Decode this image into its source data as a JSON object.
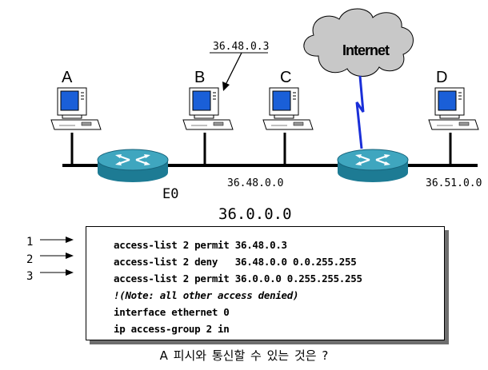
{
  "hosts": [
    {
      "label": "A"
    },
    {
      "label": "B"
    },
    {
      "label": "C"
    },
    {
      "label": "D"
    }
  ],
  "b_address": "36.48.0.3",
  "internet_label": "Internet",
  "interface_label": "E0",
  "subnet_left": "36.48.0.0",
  "subnet_right": "36.51.0.0",
  "network": "36.0.0.0",
  "step_numbers": [
    "1",
    "2",
    "3"
  ],
  "config": {
    "lines": [
      "access-list 2 permit 36.48.0.3",
      "access-list 2 deny   36.48.0.0 0.0.255.255",
      "access-list 2 permit 36.0.0.0 0.255.255.255",
      "!(Note: all other access denied)",
      "interface ethernet 0",
      "ip access-group 2 in"
    ]
  },
  "question": "A 피시와 통신할 수 있는 것은 ?",
  "colors": {
    "screen": "#1a5fd8",
    "router": "#1d7b94",
    "router_top": "#3fa6bf",
    "cloud": "#c8c8c8",
    "serial_link": "#1a2fd8"
  }
}
